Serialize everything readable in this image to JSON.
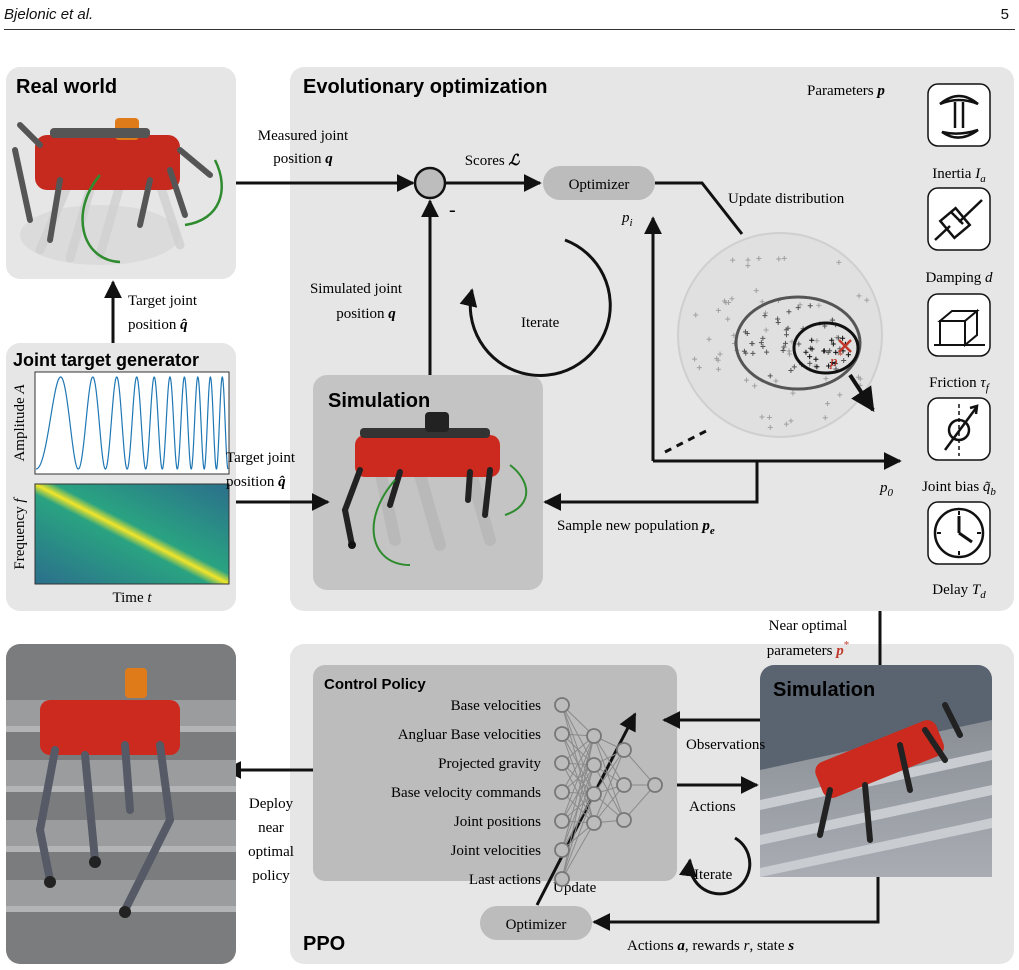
{
  "header": {
    "authors": "Bjelonic et al.",
    "page": "5"
  },
  "panels": {
    "real_world": "Real world",
    "evolutionary": "Evolutionary optimization",
    "joint_target_generator": "Joint target generator",
    "simulation_top": "Simulation",
    "simulation_bottom": "Simulation",
    "ppo": "PPO",
    "control_policy": "Control Policy"
  },
  "generator": {
    "amplitude_label": "Amplitude",
    "amplitude_sym": "A",
    "frequency_label": "Frequency",
    "frequency_sym": "f",
    "time_label": "Time",
    "time_sym": "t"
  },
  "labels": {
    "measured_1": "Measured joint",
    "measured_2": "position",
    "scores": "Scores",
    "minus": "-",
    "optimizer": "Optimizer",
    "update_distribution": "Update distribution",
    "simulated_1": "Simulated joint",
    "simulated_2": "position",
    "iterate": "Iterate",
    "target_1": "Target joint",
    "target_2": "position",
    "target_b1": "Target joint",
    "target_b2": "position",
    "sample": "Sample new population",
    "axis_pi": "p",
    "axis_p0": "p",
    "pstar": "p",
    "near_1": "Near optimal",
    "near_2": "parameters",
    "observations": "Observations",
    "actions": "Actions",
    "update": "Update",
    "iterate2": "Iterate",
    "optimizer2": "Optimizer",
    "rewards_line": "Actions a, rewards r, state s",
    "deploy": [
      "Deploy",
      "near",
      "optimal",
      "policy"
    ]
  },
  "parameters": {
    "title": "Parameters",
    "items": [
      {
        "name": "Inertia",
        "sym": "I",
        "sub": "a",
        "icon": "inertia-icon"
      },
      {
        "name": "Damping",
        "sym": "d",
        "sub": "",
        "icon": "damper-icon"
      },
      {
        "name": "Friction",
        "sym": "τ",
        "sub": "f",
        "icon": "friction-block-icon"
      },
      {
        "name": "Joint bias",
        "sym": "q̃",
        "sub": "b",
        "icon": "joint-bias-icon"
      },
      {
        "name": "Delay",
        "sym": "T",
        "sub": "d",
        "icon": "clock-icon"
      }
    ]
  },
  "policy_inputs": [
    "Base velocities",
    "Angluar Base velocities",
    "Projected gravity",
    "Base velocity commands",
    "Joint positions",
    "Joint velocities",
    "Last actions"
  ],
  "colors": {
    "panel": "#e6e6e6",
    "sim_panel": "#c4c4c4",
    "policy_panel": "#bcbcbc",
    "robot_red": "#cc2a1e",
    "pstar_red": "#c0392b",
    "signal_blue": "#1f77b4"
  }
}
